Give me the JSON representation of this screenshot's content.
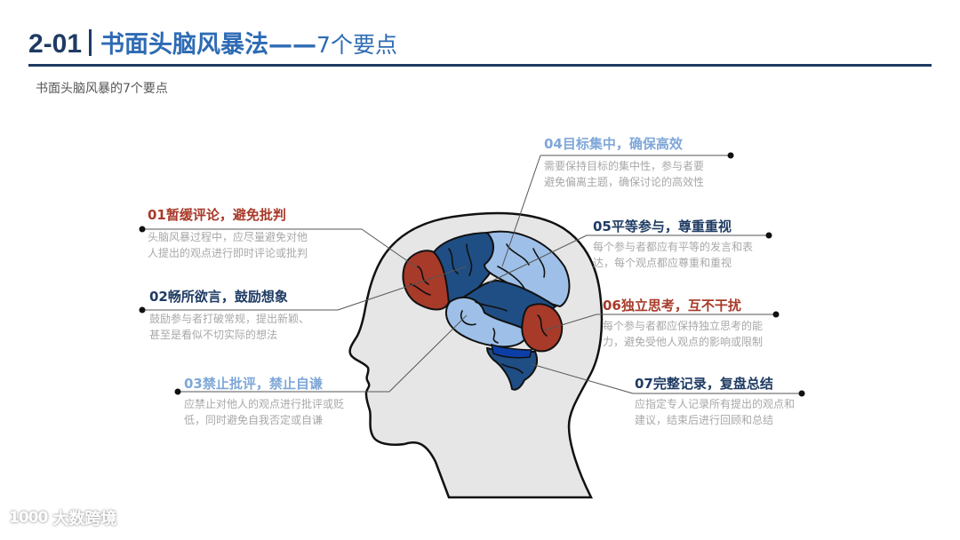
{
  "header": {
    "number": "2-01",
    "title_main": "书面头脑风暴法——",
    "title_sub": "7个要点",
    "subtitle": "书面头脑风暴的7个要点"
  },
  "colors": {
    "dark_navy": "#1f3b63",
    "accent_blue": "#2e6bb4",
    "red": "#a83a2a",
    "light_blue": "#7fa7d8",
    "desc_gray": "#a8a8a8"
  },
  "points": [
    {
      "heading": "01暂缓评论，避免批判",
      "desc_line1": "头脑风暴过程中，应尽量避免对他",
      "desc_line2": "人提出的观点进行即时评论或批判",
      "color": "#a83a2a"
    },
    {
      "heading": "02畅所欲言，鼓励想象",
      "desc_line1": "鼓励参与者打破常规，提出新颖、",
      "desc_line2": "甚至是看似不切实际的想法",
      "color": "#1f3b63"
    },
    {
      "heading": "03禁止批评，禁止自谦",
      "desc_line1": "应禁止对他人的观点进行批评或贬",
      "desc_line2": "低，同时避免自我否定或自谦",
      "color": "#7fa7d8"
    },
    {
      "heading": "04目标集中，确保高效",
      "desc_line1": "需要保持目标的集中性，参与者要",
      "desc_line2": "避免偏离主题，确保讨论的高效性",
      "color": "#7fa7d8"
    },
    {
      "heading": "05平等参与，尊重重视",
      "desc_line1": "每个参与者都应有平等的发言和表",
      "desc_line2": "达，每个观点都应尊重和重视",
      "color": "#1f3b63"
    },
    {
      "heading": "06独立思考，互不干扰",
      "desc_line1": "每个参与者都应保持独立思考的能",
      "desc_line2": "力，避免受他人观点的影响或限制",
      "color": "#a83a2a"
    },
    {
      "heading": "07完整记录，复盘总结",
      "desc_line1": "应指定专人记录所有提出的观点和",
      "desc_line2": "建议，结束后进行回顾和总结",
      "color": "#1f3b63"
    }
  ],
  "footer": {
    "logo_mark": "1000",
    "logo_name": "大数跨境"
  }
}
